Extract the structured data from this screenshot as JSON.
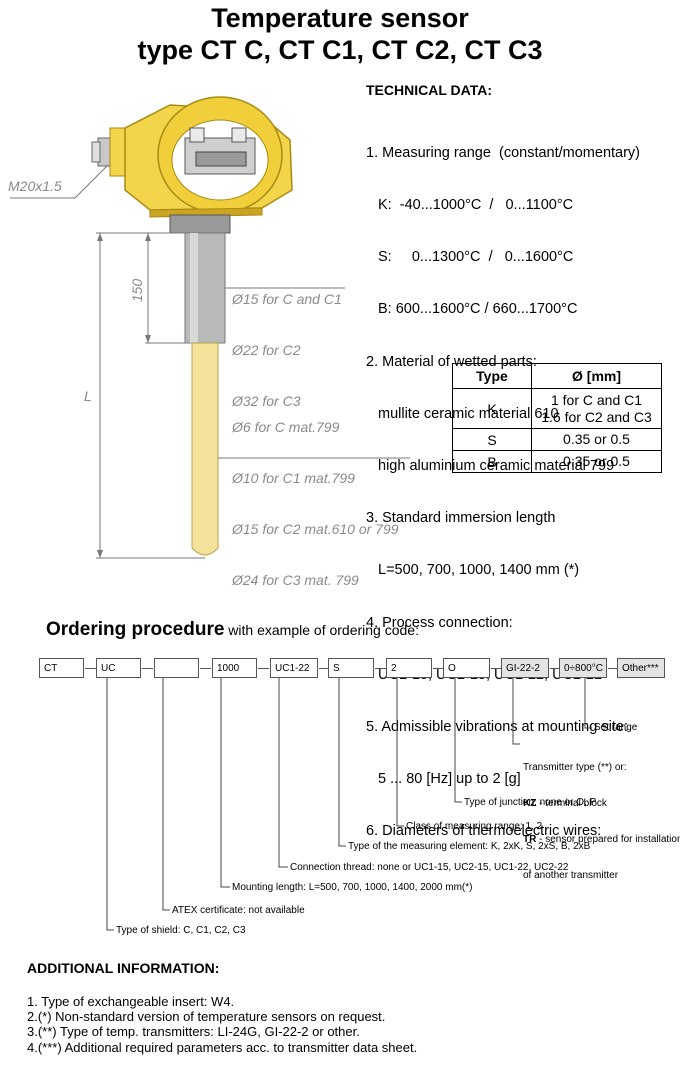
{
  "title": {
    "line1": "Temperature sensor",
    "line2": "type CT C, CT C1, CT C2, CT C3"
  },
  "technical": {
    "heading": "TECHNICAL DATA:",
    "lines": [
      "1. Measuring range  (constant/momentary)",
      "K:  -40...1000°C  /   0...1100°C",
      "S:     0...1300°C  /   0...1600°C",
      "B: 600...1600°C / 660...1700°C",
      "2. Material of wetted parts:",
      "mullite ceramic material 610",
      "high aluminium ceramic material 799",
      "3. Standard immersion length",
      "L=500, 700, 1000, 1400 mm (*)",
      "4. Process connection:",
      "UC1-15, UC2-15, UC1-22, UC2-22",
      "5. Admissible vibrations at mounting site:",
      "5 ... 80 [Hz] up to 2 [g]",
      "6. Diameters of thermoelectric wires:"
    ]
  },
  "wire_table": {
    "headers": [
      "Type",
      "Ø [mm]"
    ],
    "rows": [
      {
        "type": "K",
        "diam1": "1 for C and C1",
        "diam2": "1.6 for C2 and C3"
      },
      {
        "type": "S",
        "diam1": "0.35 or 0.5",
        "diam2": ""
      },
      {
        "type": "B",
        "diam1": "0.35 or 0.5",
        "diam2": ""
      }
    ]
  },
  "drawing": {
    "thread_label": "M20x1.5",
    "dim_150": "150",
    "dim_L": "L",
    "outer_diams": [
      "Ø15 for C and C1",
      "Ø22 for C2",
      "Ø32 for C3"
    ],
    "inner_diams": [
      "Ø6 for C mat.799",
      "Ø10 for C1 mat.799",
      "Ø15 for C2 mat.610 or 799",
      "Ø24 for C3 mat. 799"
    ],
    "colors": {
      "head": "#f2d54a",
      "head_dark": "#c9a520",
      "tube": "#b9b9b9",
      "insert": "#f4e29a"
    }
  },
  "ordering": {
    "title_bold": "Ordering procedure",
    "title_rest": " with example of ordering code:",
    "codes": [
      "CT",
      "UC",
      "",
      "1000",
      "UC1-22",
      "S",
      "2",
      "O",
      "GI-22-2",
      "0÷800°C",
      "Other***"
    ],
    "annotations": {
      "set_range": "Set range",
      "transmitter_1": "Transmitter type (**) or:",
      "transmitter_kz_b": "KZ",
      "transmitter_kz": " - terminal block",
      "transmitter_tr_b": "TR",
      "transmitter_tr": " - sensor prepared for installation",
      "transmitter_tr2": "of another transmitter",
      "junction": "Type of junction: none or O, P",
      "class": "Class of measuring range: 1, 2",
      "element": "Type of the measuring element: K, 2xK, S, 2xS, B, 2xB",
      "thread": "Connection thread: none or UC1-15, UC2-15, UC1-22, UC2-22",
      "length": "Mounting length: L=500, 700, 1000, 1400, 2000 mm(*)",
      "atex": "ATEX certificate: not available",
      "shield": "Type of shield: C, C1, C2, C3"
    }
  },
  "additional": {
    "heading": "ADDITIONAL INFORMATION:",
    "lines": [
      "1. Type of exchangeable insert: W4.",
      "2.(*) Non-standard version of temperature sensors on request.",
      "3.(**) Type of temp. transmitters: LI-24G, GI-22-2 or other.",
      "4.(***) Additional required parameters acc. to transmitter data sheet."
    ]
  }
}
